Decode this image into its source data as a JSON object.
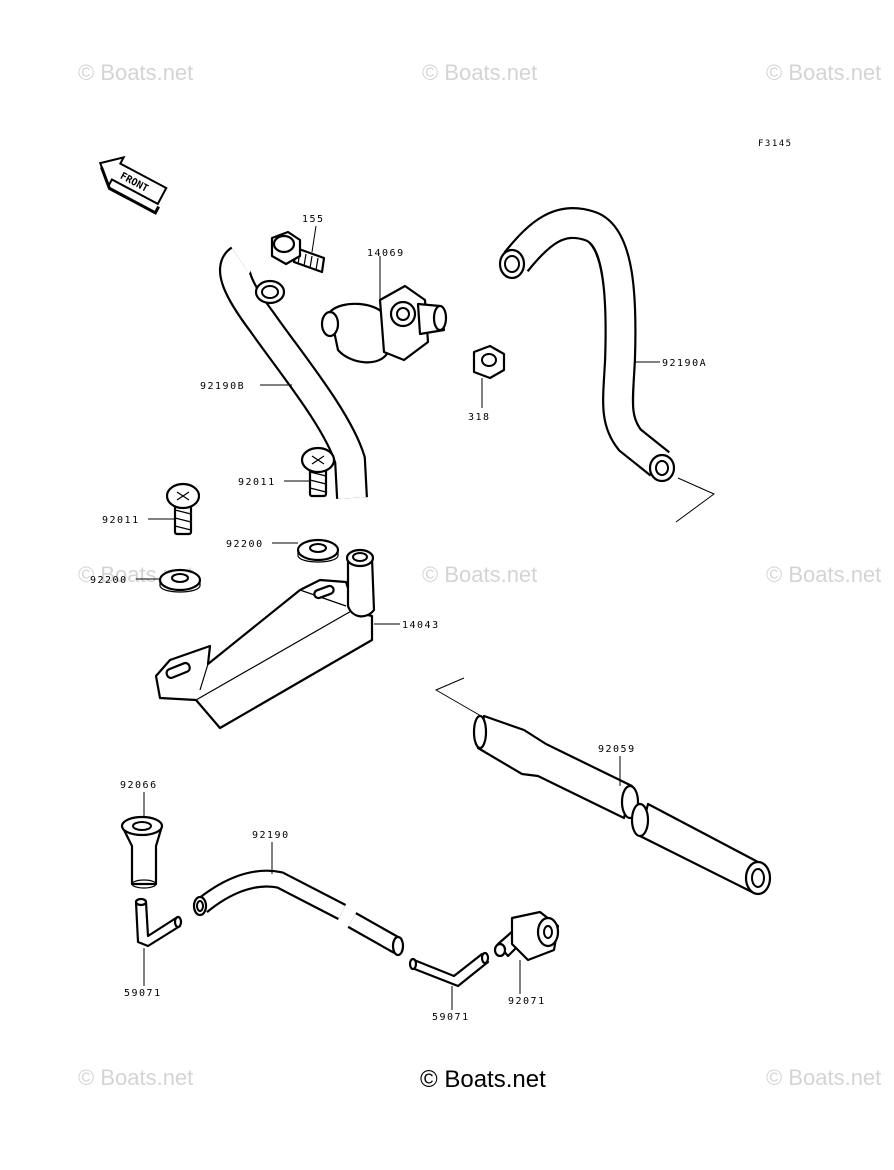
{
  "watermark": "© Boats.net",
  "credit": "© Boats.net",
  "figure_code": "F3145",
  "front_label": "FRONT",
  "parts": {
    "p155": "155",
    "p14069": "14069",
    "p92190B": "92190B",
    "p318": "318",
    "p92190A": "92190A",
    "p92011_a": "92011",
    "p92011_b": "92011",
    "p92200_a": "92200",
    "p92200_b": "92200",
    "p14043": "14043",
    "p92059": "92059",
    "p92066": "92066",
    "p92190": "92190",
    "p59071_a": "59071",
    "p59071_b": "59071",
    "p92071": "92071"
  }
}
